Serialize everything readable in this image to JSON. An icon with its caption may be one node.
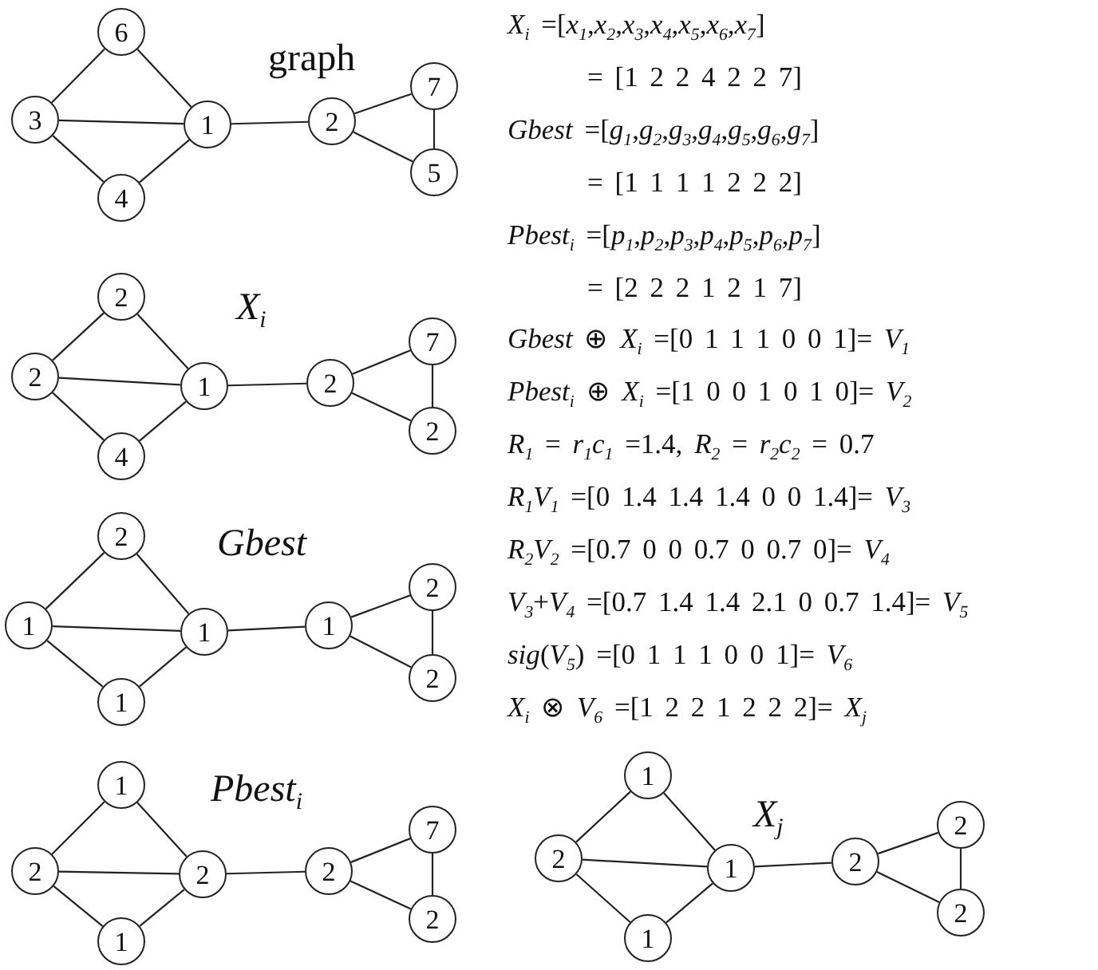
{
  "diagram": {
    "nodes": [
      {
        "text": [
          "6"
        ]
      },
      {
        "text": [
          "3"
        ]
      },
      {
        "text": [
          "1"
        ]
      },
      {
        "text": [
          "4"
        ]
      },
      {
        "text": [
          "2"
        ]
      },
      {
        "text": [
          "7"
        ]
      },
      {
        "text": [
          "5"
        ]
      },
      {
        "text": [
          "2"
        ]
      },
      {
        "text": [
          "2"
        ]
      },
      {
        "text": [
          "1"
        ]
      },
      {
        "text": [
          "4"
        ]
      },
      {
        "text": [
          "2"
        ]
      },
      {
        "text": [
          "7"
        ]
      },
      {
        "text": [
          "2"
        ]
      },
      {
        "text": [
          "2"
        ]
      },
      {
        "text": [
          "1"
        ]
      },
      {
        "text": [
          "1"
        ]
      },
      {
        "text": [
          "1"
        ]
      },
      {
        "text": [
          "1"
        ]
      },
      {
        "text": [
          "2"
        ]
      },
      {
        "text": [
          "2"
        ]
      },
      {
        "text": [
          "1"
        ]
      },
      {
        "text": [
          "2"
        ]
      },
      {
        "text": [
          "2"
        ]
      },
      {
        "text": [
          "1"
        ]
      },
      {
        "text": [
          "2"
        ]
      },
      {
        "text": [
          "7"
        ]
      },
      {
        "text": [
          "2"
        ]
      },
      {
        "text": [
          "1"
        ]
      },
      {
        "text": [
          "2"
        ]
      },
      {
        "text": [
          "1"
        ]
      },
      {
        "text": [
          "1"
        ]
      },
      {
        "text": [
          "2"
        ]
      },
      {
        "text": [
          "2"
        ]
      },
      {
        "text": [
          "2"
        ]
      }
    ],
    "edges": [
      {
        "from": 1,
        "to": 0,
        "arrow": "none"
      },
      {
        "from": 1,
        "to": 2,
        "arrow": "none"
      },
      {
        "from": 1,
        "to": 3,
        "arrow": "none"
      },
      {
        "from": 0,
        "to": 2,
        "arrow": "none"
      },
      {
        "from": 3,
        "to": 2,
        "arrow": "none"
      },
      {
        "from": 2,
        "to": 4,
        "arrow": "none"
      },
      {
        "from": 4,
        "to": 5,
        "arrow": "none"
      },
      {
        "from": 4,
        "to": 6,
        "arrow": "none"
      },
      {
        "from": 5,
        "to": 6,
        "arrow": "none"
      },
      {
        "from": 8,
        "to": 7,
        "arrow": "none"
      },
      {
        "from": 8,
        "to": 9,
        "arrow": "none"
      },
      {
        "from": 8,
        "to": 10,
        "arrow": "none"
      },
      {
        "from": 7,
        "to": 9,
        "arrow": "none"
      },
      {
        "from": 10,
        "to": 9,
        "arrow": "none"
      },
      {
        "from": 9,
        "to": 11,
        "arrow": "none"
      },
      {
        "from": 11,
        "to": 12,
        "arrow": "none"
      },
      {
        "from": 11,
        "to": 13,
        "arrow": "none"
      },
      {
        "from": 12,
        "to": 13,
        "arrow": "none"
      },
      {
        "from": 15,
        "to": 14,
        "arrow": "none"
      },
      {
        "from": 15,
        "to": 16,
        "arrow": "none"
      },
      {
        "from": 15,
        "to": 17,
        "arrow": "none"
      },
      {
        "from": 14,
        "to": 16,
        "arrow": "none"
      },
      {
        "from": 17,
        "to": 16,
        "arrow": "none"
      },
      {
        "from": 16,
        "to": 18,
        "arrow": "none"
      },
      {
        "from": 18,
        "to": 19,
        "arrow": "none"
      },
      {
        "from": 18,
        "to": 20,
        "arrow": "none"
      },
      {
        "from": 19,
        "to": 20,
        "arrow": "none"
      },
      {
        "from": 22,
        "to": 21,
        "arrow": "none"
      },
      {
        "from": 22,
        "to": 23,
        "arrow": "none"
      },
      {
        "from": 22,
        "to": 24,
        "arrow": "none"
      },
      {
        "from": 21,
        "to": 23,
        "arrow": "none"
      },
      {
        "from": 24,
        "to": 23,
        "arrow": "none"
      },
      {
        "from": 23,
        "to": 25,
        "arrow": "none"
      },
      {
        "from": 25,
        "to": 26,
        "arrow": "none"
      },
      {
        "from": 25,
        "to": 27,
        "arrow": "none"
      },
      {
        "from": 26,
        "to": 27,
        "arrow": "none"
      },
      {
        "from": 29,
        "to": 28,
        "arrow": "none"
      },
      {
        "from": 29,
        "to": 30,
        "arrow": "none"
      },
      {
        "from": 29,
        "to": 31,
        "arrow": "none"
      },
      {
        "from": 28,
        "to": 30,
        "arrow": "none"
      },
      {
        "from": 31,
        "to": 30,
        "arrow": "none"
      },
      {
        "from": 30,
        "to": 32,
        "arrow": "none"
      },
      {
        "from": 32,
        "to": 33,
        "arrow": "none"
      },
      {
        "from": 32,
        "to": 34,
        "arrow": "none"
      },
      {
        "from": 33,
        "to": 34,
        "arrow": "none"
      }
    ],
    "labels": [
      "*X*$_{i}$ =[*x*$_{1}$,*x*$_{2}$,*x*$_{3}$,*x*$_{4}$,*x*$_{5}$,*x*$_{6}$,*x*$_{7}$]",
      "= [1 2 2 4 2 2 7]",
      "*Gbest* =[*g*$_{1}$,*g*$_{2}$,*g*$_{3}$,*g*$_{4}$,*g*$_{5}$,*g*$_{6}$,*g*$_{7}$]",
      "= [1 1 1 1 2 2 2]",
      "*Pbest*$_{i}$ =[*p*$_{1}$,*p*$_{2}$,*p*$_{3}$,*p*$_{4}$,*p*$_{5}$,*p*$_{6}$,*p*$_{7}$]",
      "= [2 2 2 1 2 1 7]",
      "*Gbest* ⊕ *X*$_{i}$ =[0 1 1 1 0 0 1]= *V*$_{1}$",
      "*Pbest*$_{i}$ ⊕ *X*$_{i}$ =[1 0 0 1 0 1 0]= *V*$_{2}$",
      "*R*$_{1}$ = *r*$_{1}$*c*$_{1}$ =1.4, *R*$_{2}$ = *r*$_{2}$*c*$_{2}$ = 0.7",
      "*R*$_{1}$*V*$_{1}$ =[0 1.4 1.4 1.4 0 0 1.4]= *V*$_{3}$",
      "*R*$_{2}$*V*$_{2}$ =[0.7 0 0 0.7 0 0.7 0]= *V*$_{4}$",
      "*V*$_{3}$+*V*$_{4}$ =[0.7 1.4 1.4 2.1 0 0.7 1.4]= *V*$_{5}$",
      "*sig*(*V*$_{5}$) =[0 1 1 1 0 0 1]= *V*$_{6}$",
      "*X*$_{i}$ ⊗ *V*$_{6}$ =[1 2 2 1 2 2 2]= *X*$_{j}$",
      "graph",
      "*X*$_{i}$",
      "Gbest",
      "*Pbest*$_{i}$",
      "*X*$_{j}$"
    ]
  }
}
